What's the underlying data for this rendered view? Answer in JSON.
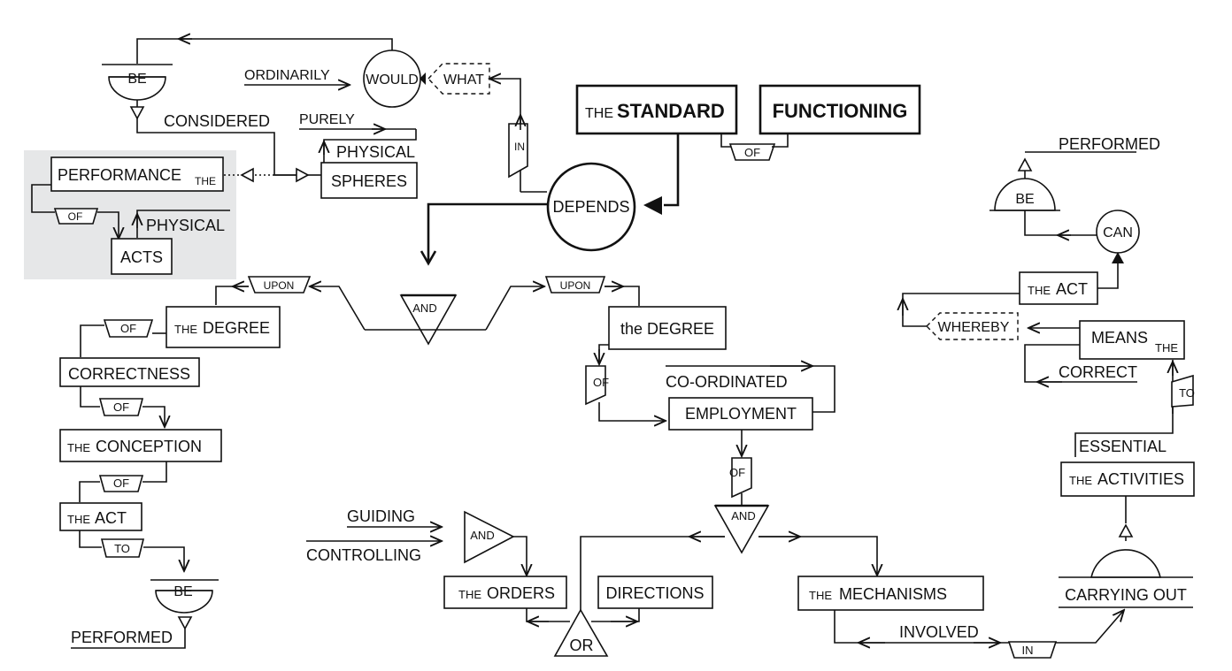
{
  "diagram": {
    "top_left": {
      "be": "BE",
      "ordinarily": "ORDINARILY",
      "would": "WOULD",
      "what": "WHAT",
      "considered": "CONSIDERED",
      "purely": "PURELY",
      "physical_spheres": "PHYSICAL",
      "spheres": "SPHERES",
      "in": "IN",
      "performance": "PERFORMANCE",
      "the": "THE",
      "of": "OF",
      "physical_acts": "PHYSICAL",
      "acts": "ACTS"
    },
    "center": {
      "the_standard_prefix": "THE",
      "standard": "STANDARD",
      "functioning": "FUNCTIONING",
      "of": "OF",
      "depends": "DEPENDS",
      "and": "AND",
      "upon_left": "UPON",
      "upon_right": "UPON"
    },
    "left_branch": {
      "the_degree_prefix": "THE",
      "the_degree": "DEGREE",
      "of1": "OF",
      "correctness": "CORRECTNESS",
      "of2": "OF",
      "the_conception_prefix": "THE",
      "the_conception": "CONCEPTION",
      "of3": "OF",
      "the_act_prefix": "THE",
      "the_act": "ACT",
      "to": "TO",
      "be": "BE",
      "performed": "PERFORMED"
    },
    "right_branch": {
      "the_degree": "the DEGREE",
      "of": "OF",
      "co_ordinated": "CO-ORDINATED",
      "employment": "EMPLOYMENT",
      "of2": "OF",
      "and": "AND",
      "guiding": "GUIDING",
      "controlling": "CONTROLLING",
      "and2": "AND",
      "the_orders_prefix": "THE",
      "the_orders": "ORDERS",
      "directions": "DIRECTIONS",
      "or": "OR",
      "the_mechanisms_prefix": "THE",
      "the_mechanisms": "MECHANISMS",
      "involved": "INVOLVED",
      "in": "IN"
    },
    "far_right": {
      "performed": "PERFORMED",
      "be": "BE",
      "can": "CAN",
      "the_act_prefix": "THE",
      "the_act": "ACT",
      "whereby": "WHEREBY",
      "means": "MEANS",
      "the": "THE",
      "correct": "CORRECT",
      "to": "TO",
      "essential": "ESSENTIAL",
      "the_activities_prefix": "THE",
      "the_activities": "ACTIVITIES",
      "carrying_out": "CARRYING OUT"
    }
  }
}
